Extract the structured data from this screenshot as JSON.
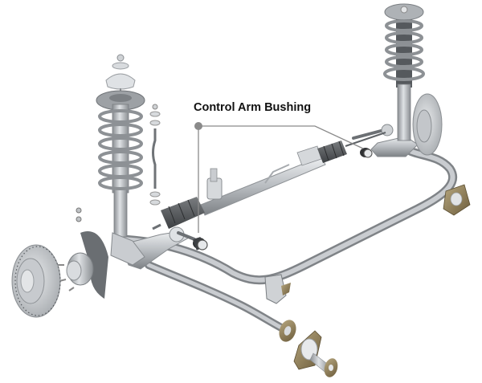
{
  "diagram": {
    "subject": "Front suspension assembly (exploded view)",
    "callouts": [
      {
        "label": "Control Arm Bushing",
        "dot_color": "#8a8a8a",
        "line_color": "#8a8a8a",
        "targets": [
          "left-control-arm-bushing",
          "right-control-arm-bushing"
        ]
      }
    ],
    "components": [
      "left-brake-rotor",
      "left-wheel-hub",
      "left-brake-shield",
      "left-strut-assembly",
      "left-coil-spring",
      "left-strut-mount",
      "left-stabilizer-link",
      "steering-rack",
      "left-rack-boot",
      "right-rack-boot",
      "left-control-arm",
      "right-control-arm",
      "left-control-arm-bushing",
      "right-control-arm-bushing",
      "stabilizer-bar",
      "stabilizer-bar-bushing-bracket",
      "subframe-mount",
      "right-strut-assembly",
      "right-coil-spring",
      "right-brake-rotor",
      "right-subframe-mount"
    ],
    "colors": {
      "metal_light": "#d9dcdf",
      "metal_mid": "#a7abaf",
      "metal_dark": "#6e7276",
      "rubber": "#4a4d50",
      "bracket_bronze": "#8c7a55"
    }
  }
}
